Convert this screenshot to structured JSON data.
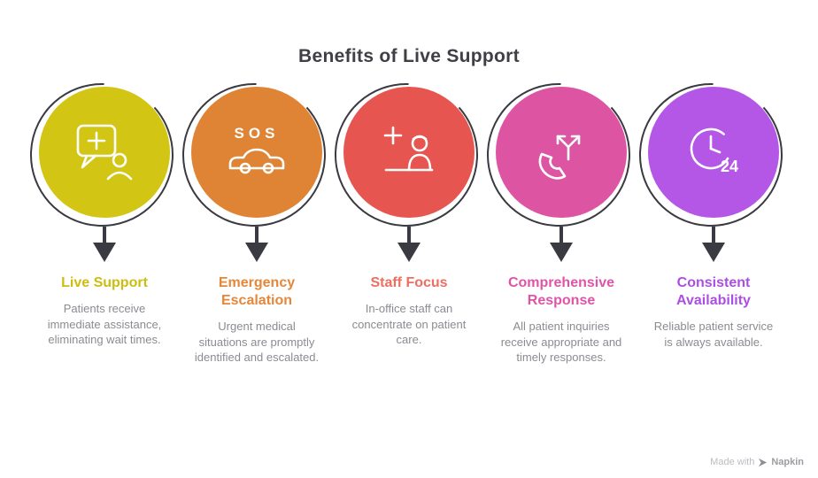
{
  "title": "Benefits of Live Support",
  "colors": {
    "title_text": "#3f3f46",
    "description_text": "#8b8b92",
    "decoration_line": "#3a3a42"
  },
  "items": [
    {
      "heading": "Live Support",
      "description": "Patients receive immediate assistance, eliminating wait times.",
      "color": "#d2c513",
      "heading_color": "#cdbd10",
      "icon": "chat-medical-person-icon"
    },
    {
      "heading": "Emergency Escalation",
      "description": "Urgent medical situations are promptly identified and escalated.",
      "color": "#df8435",
      "heading_color": "#e5873a",
      "icon": "sos-ambulance-icon",
      "icon_text": "SOS"
    },
    {
      "heading": "Staff Focus",
      "description": "In-office staff can concentrate on patient care.",
      "color": "#e6554f",
      "heading_color": "#ef6d61",
      "icon": "medical-staff-icon"
    },
    {
      "heading": "Comprehensive Response",
      "description": "All patient inquiries receive appropriate and timely responses.",
      "color": "#dd55a2",
      "heading_color": "#de55a8",
      "icon": "phone-routing-icon"
    },
    {
      "heading": "Consistent Availability",
      "description": "Reliable patient service is always available.",
      "color": "#b557e6",
      "heading_color": "#ab4fe3",
      "icon": "clock-24h-icon",
      "icon_text": "24"
    }
  ],
  "watermark": {
    "made_with": "Made with",
    "brand": "Napkin"
  }
}
